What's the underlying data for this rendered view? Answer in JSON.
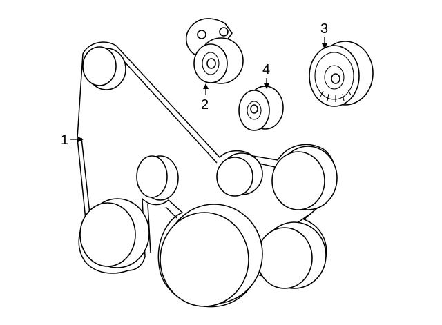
{
  "callouts": [
    {
      "id": "belt",
      "label": "1"
    },
    {
      "id": "tensioner",
      "label": "2"
    },
    {
      "id": "idler-large",
      "label": "3"
    },
    {
      "id": "idler-small",
      "label": "4"
    }
  ]
}
